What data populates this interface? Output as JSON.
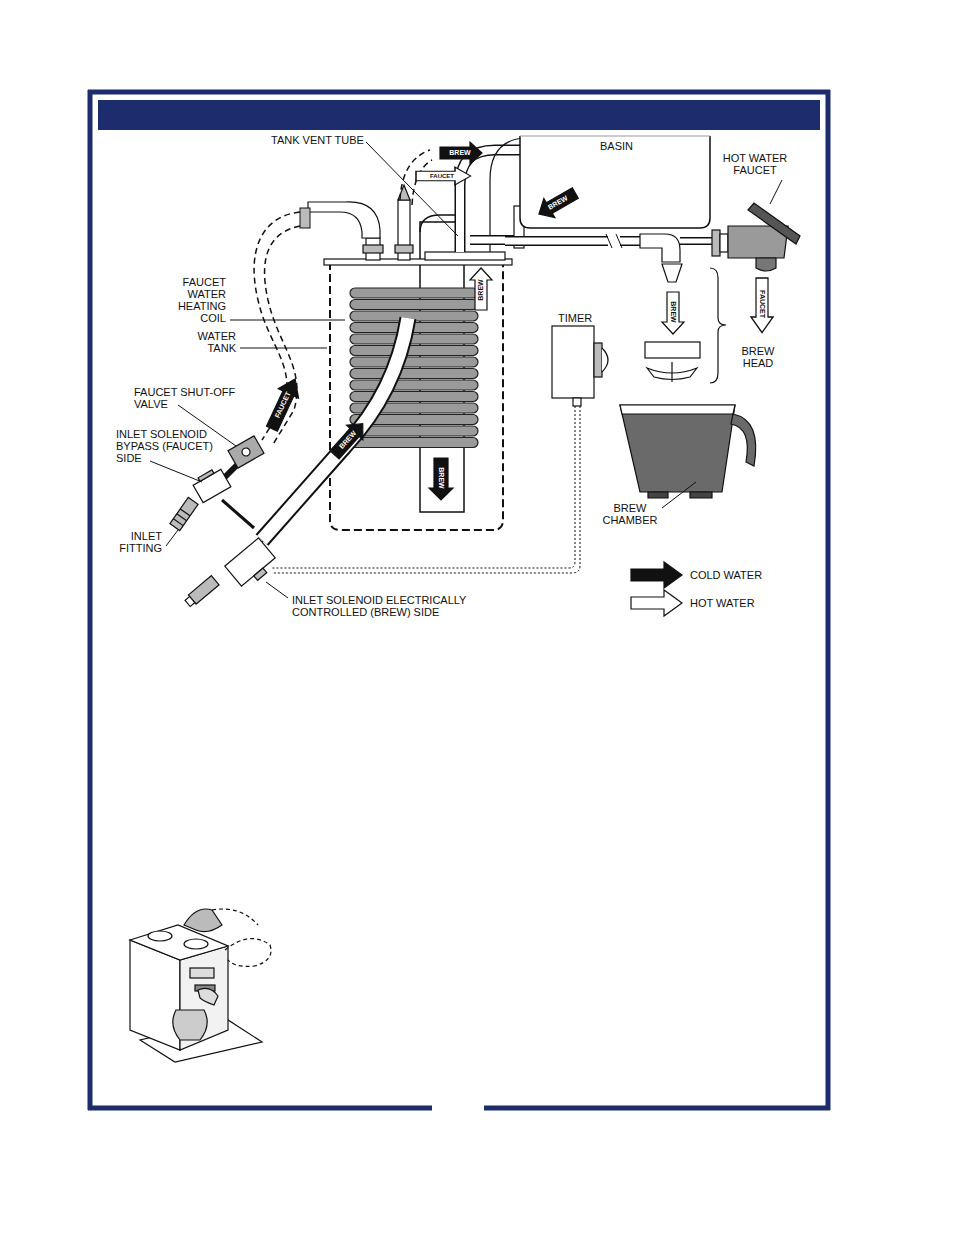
{
  "diagram": {
    "labels": [
      "TANK VENT TUBE",
      "BREW",
      "FAUCET",
      "BASIN",
      "BREW",
      "HOT WATER FAUCET",
      "FAUCET WATER HEATING COIL",
      "WATER TANK",
      "BREW",
      "BREW",
      "FAUCET",
      "TIMER",
      "BREW HEAD",
      "FAUCET SHUT-OFF VALVE",
      "FAUCET",
      "INLET SOLENOID BYPASS (FAUCET) SIDE",
      "BREW",
      "BREW",
      "BREW CHAMBER",
      "INLET FITTING",
      "INLET SOLENOID ELECTRICALLY CONTROLLED (BREW) SIDE"
    ],
    "legend": [
      {
        "text": "COLD WATER"
      },
      {
        "text": "HOT WATER"
      }
    ]
  }
}
